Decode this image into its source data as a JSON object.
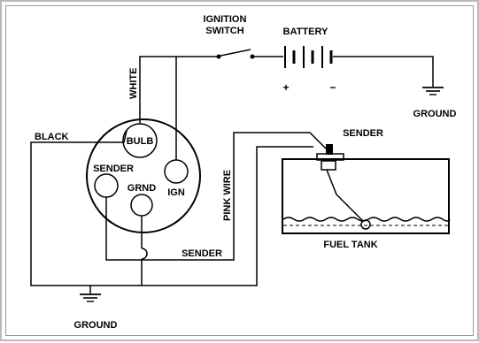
{
  "labels": {
    "ignition_line1": "IGNITION",
    "ignition_line2": "SWITCH",
    "battery": "BATTERY",
    "plus": "+",
    "minus": "−",
    "ground_right": "GROUND",
    "white": "WHITE",
    "black": "BLACK",
    "bulb": "BULB",
    "sender_term": "SENDER",
    "grnd": "GRND",
    "ign": "IGN",
    "pink_wire": "PINK WIRE",
    "sender_top": "SENDER",
    "fuel_tank": "FUEL TANK",
    "sender_wire": "SENDER",
    "ground_left": "GROUND"
  }
}
